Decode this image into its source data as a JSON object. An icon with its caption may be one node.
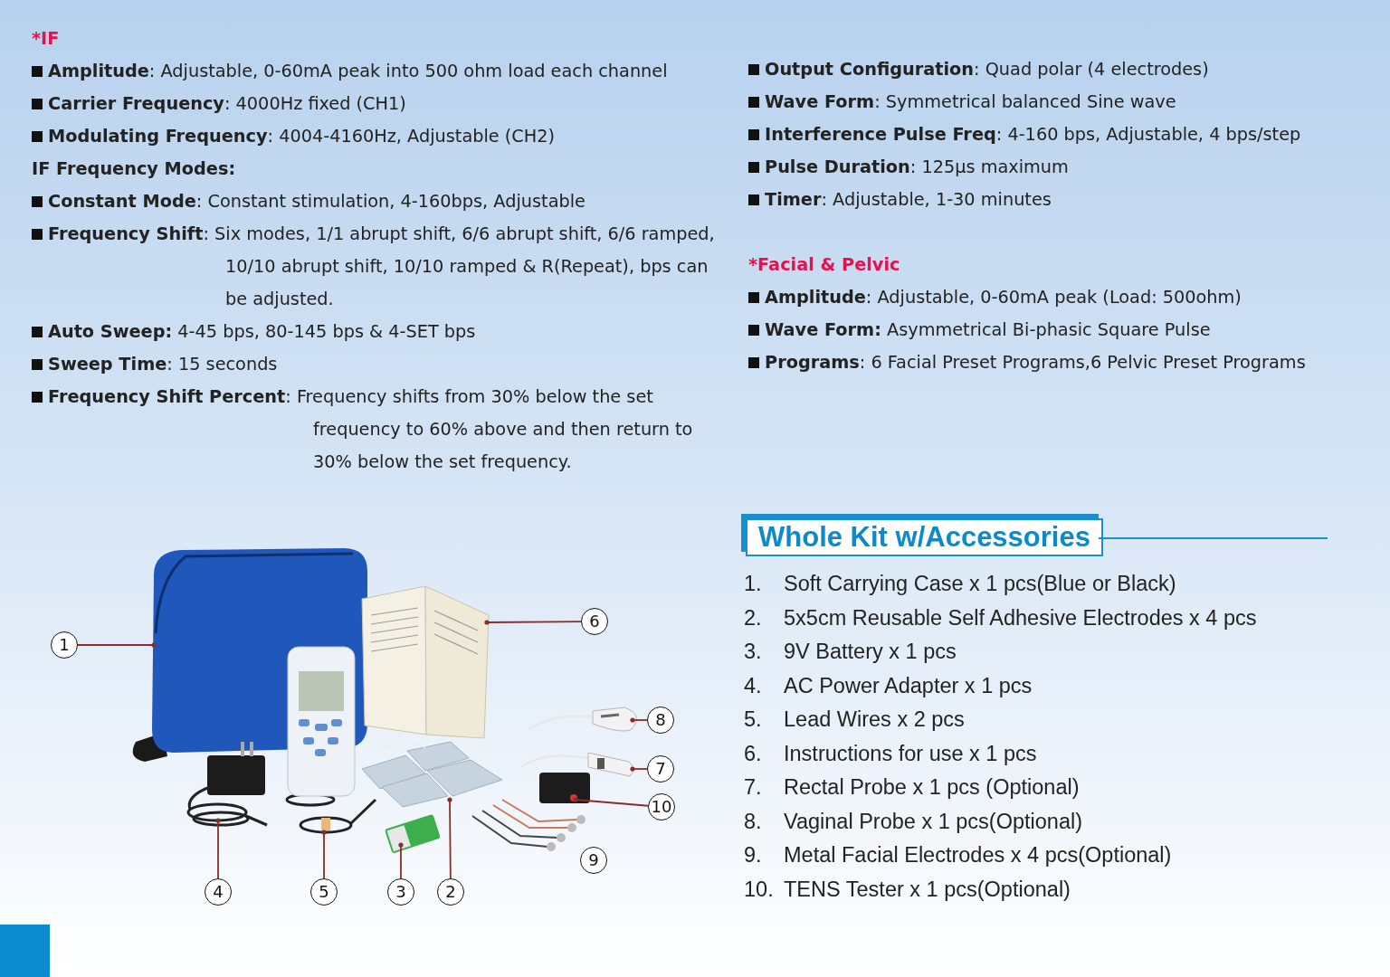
{
  "diagram": {
    "nodes": [
      {
        "text": [
          "1"
        ]
      },
      {
        "text": [
          "6"
        ]
      },
      {
        "text": [
          "8"
        ]
      },
      {
        "text": [
          "7"
        ]
      },
      {
        "text": [
          "10"
        ]
      },
      {
        "text": [
          "4"
        ]
      },
      {
        "text": [
          "5"
        ]
      },
      {
        "text": [
          "3"
        ]
      },
      {
        "text": [
          "2"
        ]
      },
      {
        "text": [
          "9"
        ]
      },
      {
        "text": [],
        "shape": "picture"
      },
      {
        "text": [],
        "shape": "picture"
      },
      {
        "text": [],
        "shape": "picture"
      },
      {
        "text": [],
        "shape": "picture"
      },
      {
        "text": [],
        "shape": "picture"
      },
      {
        "text": [],
        "shape": "picture"
      },
      {
        "text": [],
        "shape": "picture"
      },
      {
        "text": [],
        "shape": "picture"
      },
      {
        "text": [],
        "shape": "picture"
      }
    ],
    "edges": [
      {
        "from": 0,
        "to": 10,
        "arrow": "other"
      },
      {
        "from": 1,
        "to": 11,
        "arrow": "other"
      },
      {
        "from": 2,
        "to": 12,
        "arrow": "other"
      },
      {
        "from": 3,
        "to": 13,
        "arrow": "other"
      },
      {
        "from": 4,
        "to": 14,
        "arrow": "other"
      },
      {
        "from": 5,
        "to": 15,
        "arrow": "other"
      },
      {
        "from": 6,
        "to": 16,
        "arrow": "other"
      },
      {
        "from": 7,
        "to": 17,
        "arrow": "other"
      },
      {
        "from": 8,
        "to": 18,
        "arrow": "other"
      }
    ],
    "labels": [
      "*IF",
      "**Amplitude**: Adjustable, 0-60mA peak into 500 ohm load each channel",
      "**Carrier Frequency**: 4000Hz fixed (CH1)",
      "**Modulating Frequency**: 4004-4160Hz, Adjustable (CH2)",
      "IF Frequency Modes:",
      "**Constant Mode**: Constant stimulation, 4-160bps, Adjustable",
      "**Frequency Shift**: Six modes, 1/1 abrupt shift, 6/6 abrupt shift, 6/6 ramped, 10/10 abrupt shift, 10/10 ramped & R(Repeat), bps can be adjusted.",
      "**Auto Sweep:** 4-45 bps, 80-145 bps & 4-SET bps",
      "**Sweep Time**: 15 seconds",
      "**Frequency Shift Percent**: Frequency shifts from 30% below the set frequency to 60% above and then return to 30% below the set frequency.",
      "**Output Configuration**: Quad polar (4 electrodes)",
      "**Wave Form**: Symmetrical balanced Sine wave",
      "**Interference Pulse Freq**: 4-160 bps, Adjustable, 4 bps/step",
      "**Pulse Duration**: 125μs maximum",
      "**Timer**: Adjustable, 1-30 minutes",
      "*Facial & Pelvic",
      "**Amplitude**: Adjustable, 0-60mA peak (Load: 500ohm)",
      "**Wave Form:** Asymmetrical Bi-phasic Square Pulse",
      "**Programs**: 6 Facial Preset Programs,6 Pelvic Preset Programs",
      "Whole Kit w/Accessories",
      "1.",
      "Soft Carrying Case x 1 pcs(Blue or Black)",
      "2.",
      "5x5cm Reusable Self Adhesive Electrodes x 4 pcs",
      "3.",
      "9V Battery x 1 pcs",
      "4.",
      "AC Power Adapter x 1 pcs",
      "5.",
      "Lead Wires x 2 pcs",
      "6.",
      "Instructions for use x 1 pcs",
      "7.",
      "Rectal Probe x 1 pcs (Optional)",
      "8.",
      "Vaginal Probe x 1 pcs(Optional)",
      "9.",
      "Metal Facial Electrodes x 4 pcs(Optional)",
      "10.",
      "TENS Tester x 1 pcs(Optional)"
    ]
  }
}
